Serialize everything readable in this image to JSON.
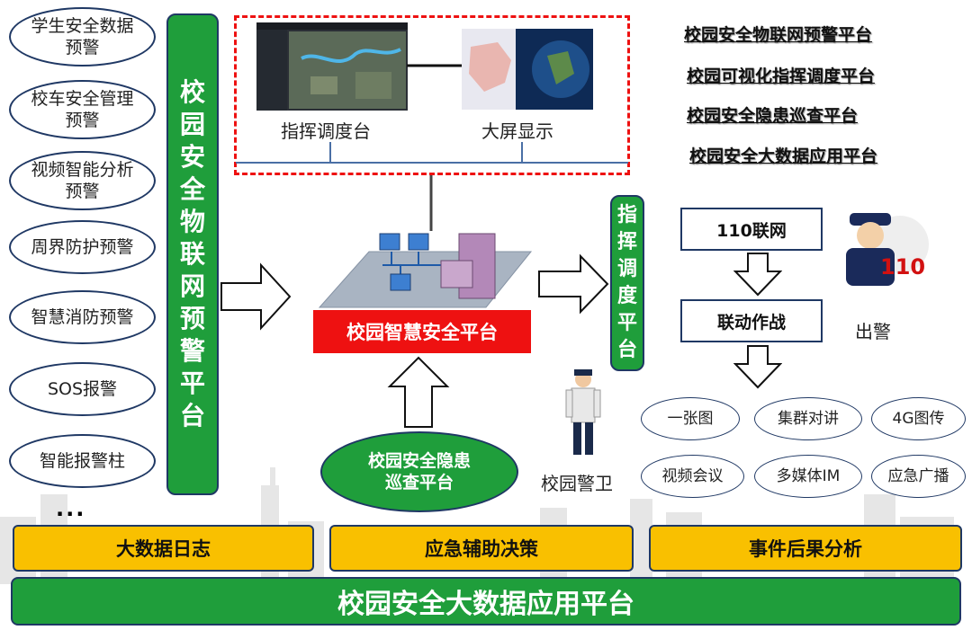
{
  "left_alerts": [
    "学生安全数据\n预警",
    "校车安全管理\n预警",
    "视频智能分析\n预警",
    "周界防护预警",
    "智慧消防预警",
    "SOS报警",
    "智能报警柱"
  ],
  "left_ellipsis": "...",
  "iot_platform": "校园安全物联网预警平台",
  "top_box": {
    "left_caption": "指挥调度台",
    "right_caption": "大屏显示"
  },
  "center_platform": "校园智慧安全平台",
  "patrol_platform": "校园安全隐患\n巡查平台",
  "dispatch_platform": "指挥调度平台",
  "guard_label": "校园警卫",
  "right_platforms": [
    "校园安全物联网预警平台",
    "校园可视化指挥调度平台",
    "校园安全隐患巡查平台",
    "校园安全大数据应用平台"
  ],
  "flow": {
    "step1": "110联网",
    "step2": "联动作战",
    "police_label": "出警",
    "badge": "110"
  },
  "capabilities": [
    "一张图",
    "集群对讲",
    "4G图传",
    "视频会议",
    "多媒体IM",
    "应急广播"
  ],
  "bottom_bars": [
    "大数据日志",
    "应急辅助决策",
    "事件后果分析"
  ],
  "big_data_platform": "校园安全大数据应用平台",
  "colors": {
    "green": "#1f9e3b",
    "red": "#ee1111",
    "yellow": "#f9c000",
    "navy": "#1f3864"
  }
}
